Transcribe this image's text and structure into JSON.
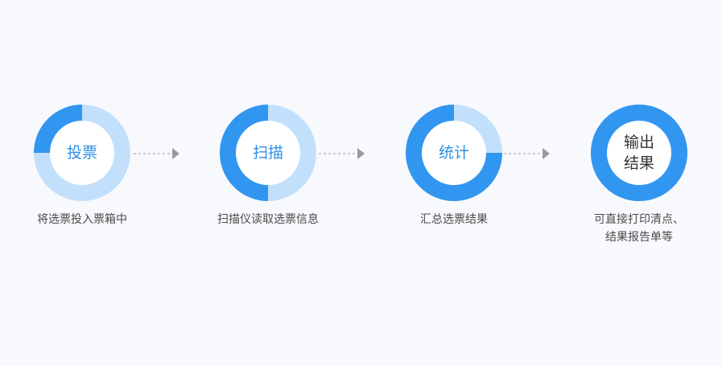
{
  "colors": {
    "accent": "#3196f0",
    "track": "#c2e0fb",
    "inner": "#ffffff",
    "connector": "#9a9a9a"
  },
  "steps": [
    {
      "label": "投票",
      "caption": "将选票投入票箱中",
      "progress": 0.25
    },
    {
      "label": "扫描",
      "caption": "扫描仪读取选票信息",
      "progress": 0.5
    },
    {
      "label": "统计",
      "caption": "汇总选票结果",
      "progress": 0.75
    },
    {
      "label_lines": [
        "输出",
        "结果"
      ],
      "caption_lines": [
        "可直接打印清点、",
        "结果报告单等"
      ],
      "progress": 1.0
    }
  ]
}
